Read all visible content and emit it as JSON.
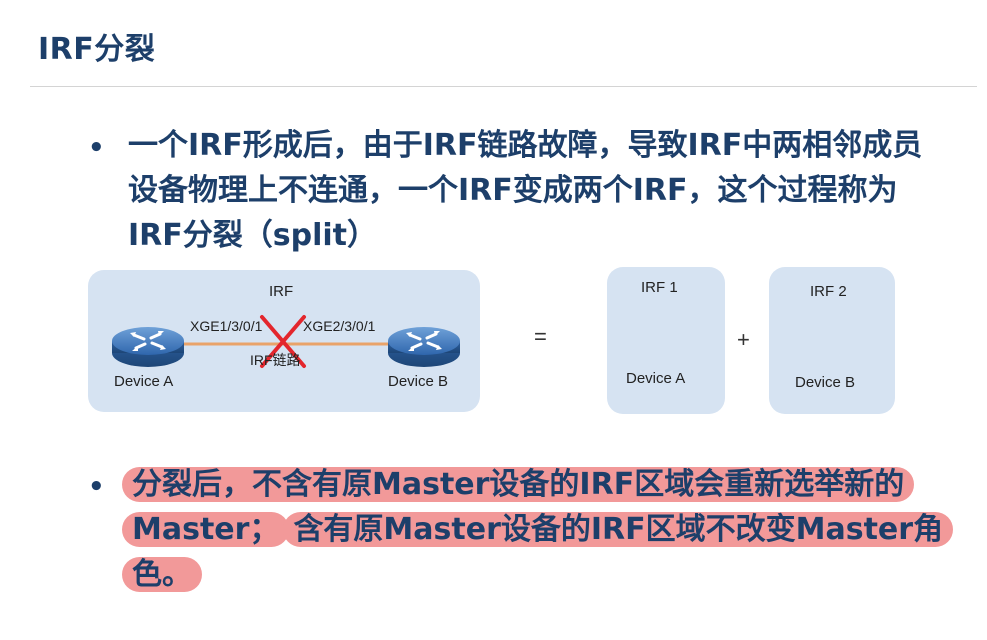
{
  "slide": {
    "title": "IRF分裂"
  },
  "bullets": [
    {
      "text": "一个IRF形成后，由于IRF链路故障，导致IRF中两相邻成员设备物理上不连通，一个IRF变成两个IRF，这个过程称为IRF分裂（split）"
    },
    {
      "part1": "分裂后，不含有原Master设备的IRF区域会重新选举新的Master；",
      "part2": "含有原Master设备的IRF区域不改变Master角色。"
    }
  ],
  "diagram": {
    "irf_label": "IRF",
    "port_left": "XGE1/3/0/1",
    "port_right": "XGE2/3/0/1",
    "link_label": "IRF链路",
    "device_a": "Device A",
    "device_b": "Device B",
    "equals": "=",
    "plus": "+",
    "irf1_label": "IRF 1",
    "irf1_device": "Device A",
    "irf2_label": "IRF 2",
    "irf2_device": "Device B",
    "colors": {
      "panel": "#d6e3f2",
      "link": "#e9a36a",
      "cross": "#e3262d",
      "router": "#3a72b8",
      "highlight": "#f29999",
      "title": "#1d3f6a"
    }
  }
}
